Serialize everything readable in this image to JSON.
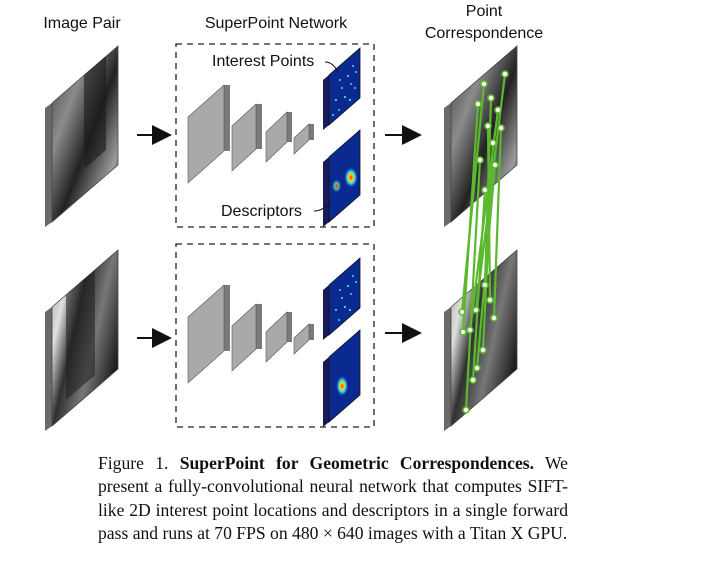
{
  "figure": {
    "headers": {
      "image_pair": "Image Pair",
      "network": "SuperPoint Network",
      "correspondence_line1": "Point",
      "correspondence_line2": "Correspondence"
    },
    "labels": {
      "interest_points": "Interest Points",
      "descriptors": "Descriptors"
    },
    "colors": {
      "match_line": "#5cb82e",
      "keypoint_fill": "#ffffff",
      "layer_face": "#a9a9a9",
      "layer_side": "#7a7a7a",
      "heatmap_bg": "#0b2a8f"
    }
  },
  "caption": {
    "label": "Figure 1.",
    "title": "SuperPoint for Geometric Correspondences.",
    "body": "We present a fully-convolutional neural network that computes SIFT-like 2D interest point locations and descriptors in a single forward pass and runs at 70 FPS on 480 × 640 images with a Titan X GPU."
  }
}
